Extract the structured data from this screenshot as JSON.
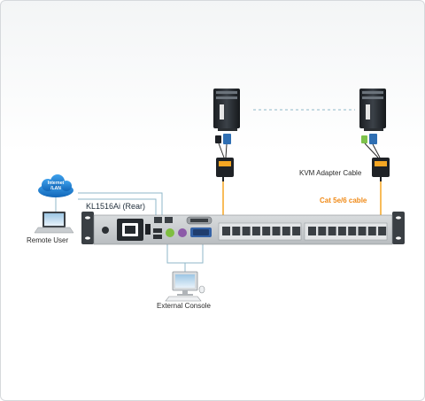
{
  "labels": {
    "kvm_adapter_cable": "KVM Adapter Cable",
    "cat_cable": "Cat 5e/6 cable",
    "model": "KL1516Ai (Rear)",
    "remote_user": "Remote User",
    "external_console": "External Console",
    "cloud_line1": "Internet",
    "cloud_line2": "/LAN"
  },
  "colors": {
    "cable_orange": "#f5a623",
    "connection_blue": "#8fb7c9",
    "cloud_blue": "#1a7fd0",
    "chassis_dark": "#3a3f44"
  }
}
